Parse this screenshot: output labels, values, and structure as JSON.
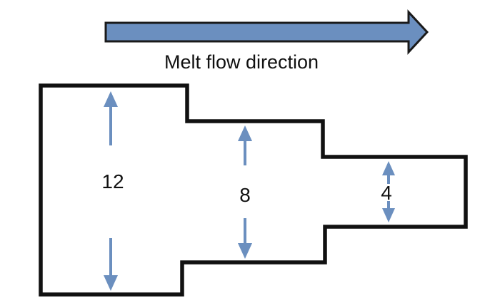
{
  "flow_label": "Melt flow direction",
  "sections": [
    {
      "name": "wide-section",
      "thickness_label": "12"
    },
    {
      "name": "middle-section",
      "thickness_label": "8"
    },
    {
      "name": "narrow-section",
      "thickness_label": "4"
    }
  ],
  "colors": {
    "arrow_fill": "#6b8fbf",
    "arrow_stroke": "#1a1a1a",
    "outline": "#111111",
    "dimension_arrow": "#6b8fbf"
  }
}
